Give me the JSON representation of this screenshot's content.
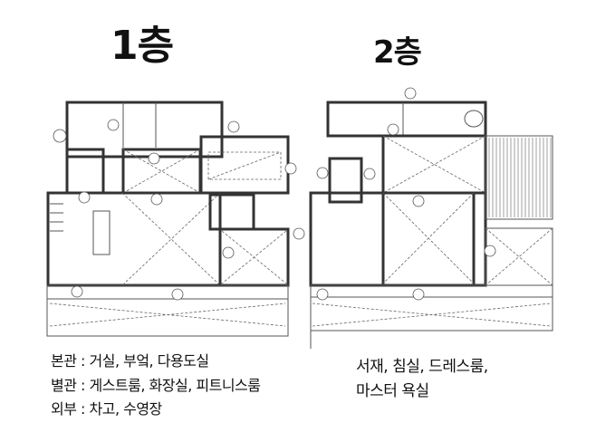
{
  "floor1": {
    "title": "1층",
    "lines": [
      "본관 : 거실, 부엌, 다용도실",
      "별관 : 게스트룸, 화장실, 피트니스룸",
      "외부 : 차고, 수영장"
    ]
  },
  "floor2": {
    "title": "2층",
    "lines": [
      "서재, 침실, 드레스룸,",
      "마스터 욕실"
    ]
  }
}
